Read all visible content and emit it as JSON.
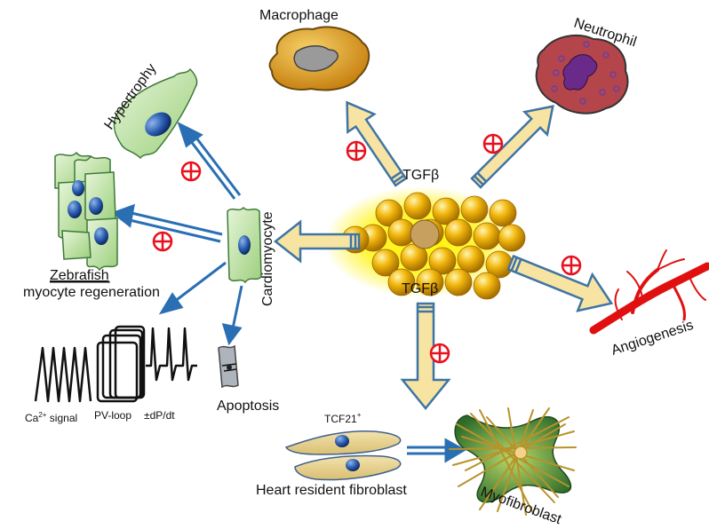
{
  "center": {
    "label_top": "TGFβ",
    "label_bottom": "TGFβ"
  },
  "targets": {
    "macrophage": "Macrophage",
    "neutrophil": "Neutrophil",
    "cardiomyocyte": "Cardiomyocyte",
    "angiogenesis": "Angiogenesis",
    "hypertrophy": "Hypertrophy",
    "zebrafish": "Zebrafish",
    "myocyte_regeneration": "myocyte regeneration",
    "apoptosis": "Apoptosis",
    "ca_signal_pre": "Ca",
    "ca_signal_sup": "2+",
    "ca_signal_post": " signal",
    "pv_loop": "PV-loop",
    "dpdt": "±dP/dt",
    "tcf21_pre": "TCF21",
    "tcf21_sup": "+",
    "fibroblast": "Heart resident fibroblast",
    "myofibroblast": "Myofibroblast"
  },
  "effect_symbol": "⊕",
  "colors": {
    "arrow_fill": "#f8e4a2",
    "arrow_stroke": "#3f74a3",
    "blue_arrow": "#2a6fb3",
    "plus_red": "#e8101c",
    "glow_yellow": "#fff200",
    "bead_gold": "#f2b70d",
    "cell_green": "#bfe3a5",
    "macrophage_orange": "#e3a21a",
    "neutrophil_red": "#b4454a",
    "vessel_red": "#e01010"
  }
}
